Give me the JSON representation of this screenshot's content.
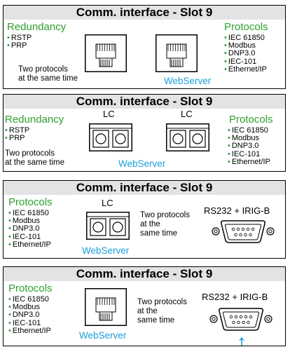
{
  "header_title": "Comm. interface - Slot 9",
  "redundancy": {
    "title": "Redundancy",
    "items": [
      "RSTP",
      "PRP"
    ]
  },
  "protocols": {
    "title": "Protocols",
    "items": [
      "IEC 61850",
      "Modbus",
      "DNP3.0",
      "IEC-101",
      "Ethernet/IP"
    ]
  },
  "two_protocols_lines": [
    "Two protocols",
    "at the same time"
  ],
  "two_protocols_split": [
    "Two protocols",
    "at the",
    "same time"
  ],
  "webserver": "WebServer",
  "lc_label": "LC",
  "rs232_label": "RS232 + IRIG-B",
  "colors": {
    "section_green": "#2fa02f",
    "webserver_blue": "#1aa0d8",
    "header_gray": "#e3e3e3"
  }
}
